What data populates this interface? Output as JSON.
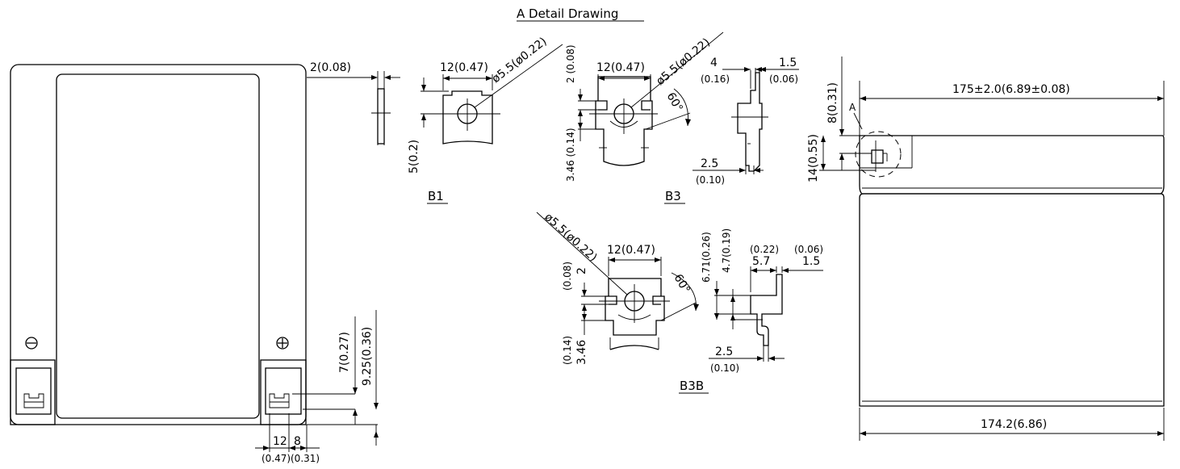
{
  "title": "A Detail Drawing",
  "front_view": {
    "dim_top_gap": "2(0.08)",
    "dim_h1": "7(0.27)",
    "dim_h2": "9.25(0.36)",
    "dim_w12": "12",
    "dim_w8": "8",
    "dim_w12_in": "(0.47)",
    "dim_w8_in": "(0.31)",
    "negative_symbol": "⊖",
    "positive_symbol": "⊕"
  },
  "b1": {
    "label": "B1",
    "width": "12(0.47)",
    "hole": "ø5.5(ø0.22)",
    "height": "5(0.2)"
  },
  "b3": {
    "label": "B3",
    "width": "12(0.47)",
    "hole": "ø5.5(ø0.22)",
    "top": "2 (0.08)",
    "mid": "3.46 (0.14)",
    "angle": "60°",
    "side_4": "4",
    "side_4_in": "(0.16)",
    "side_15": "1.5",
    "side_15_in": "(0.06)",
    "side_25": "2.5",
    "side_25_in": "(0.10)"
  },
  "b3b": {
    "label": "B3B",
    "width": "12(0.47)",
    "hole": "ø5.5(ø0.22)",
    "top": "2",
    "top_in": "(0.08)",
    "mid": "3.46",
    "mid_in": "(0.14)",
    "angle": "60°",
    "h671": "6.71(0.26)",
    "h47": "4.7(0.19)",
    "w57": "5.7",
    "w57_in": "(0.22)",
    "w15": "1.5",
    "w15_in": "(0.06)",
    "w25": "2.5",
    "w25_in": "(0.10)"
  },
  "side_view": {
    "total_height": "175±2.0(6.89±0.08)",
    "terminal_top": "8(0.31)",
    "terminal_h": "14(0.55)",
    "detail_marker": "A",
    "body_height": "174.2(6.86)"
  }
}
